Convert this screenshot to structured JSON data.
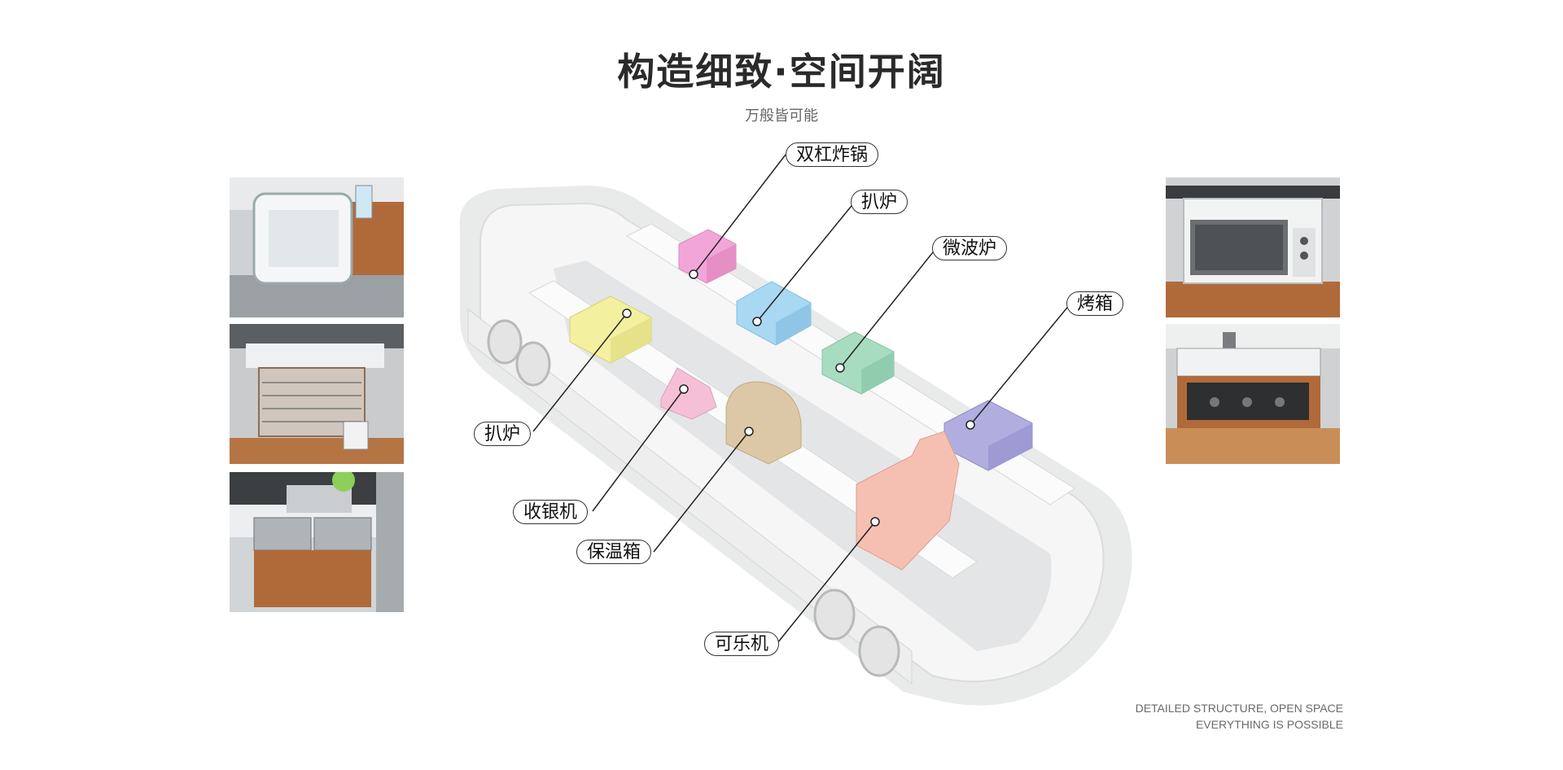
{
  "header": {
    "title": "构造细致·空间开阔",
    "subtitle": "万般皆可能"
  },
  "footer": {
    "line1": "DETAILED STRUCTURE, OPEN SPACE",
    "line2": "EVERYTHING IS POSSIBLE"
  },
  "callouts": {
    "fryer": "双杠炸锅",
    "grill_top": "扒炉",
    "microwave": "微波炉",
    "oven": "烤箱",
    "grill_left": "扒炉",
    "cash_register": "收银机",
    "warmer": "保温箱",
    "cola_machine": "可乐机"
  },
  "colors": {
    "fryer": "#f2a6d8",
    "grill_top": "#a9d8f2",
    "microwave": "#a8dcc0",
    "oven": "#b0aede",
    "grill_left": "#f3f0a0",
    "cash_register": "#f5c0d6",
    "warmer": "#dcc8a6",
    "cola_machine": "#f5c0b2"
  }
}
